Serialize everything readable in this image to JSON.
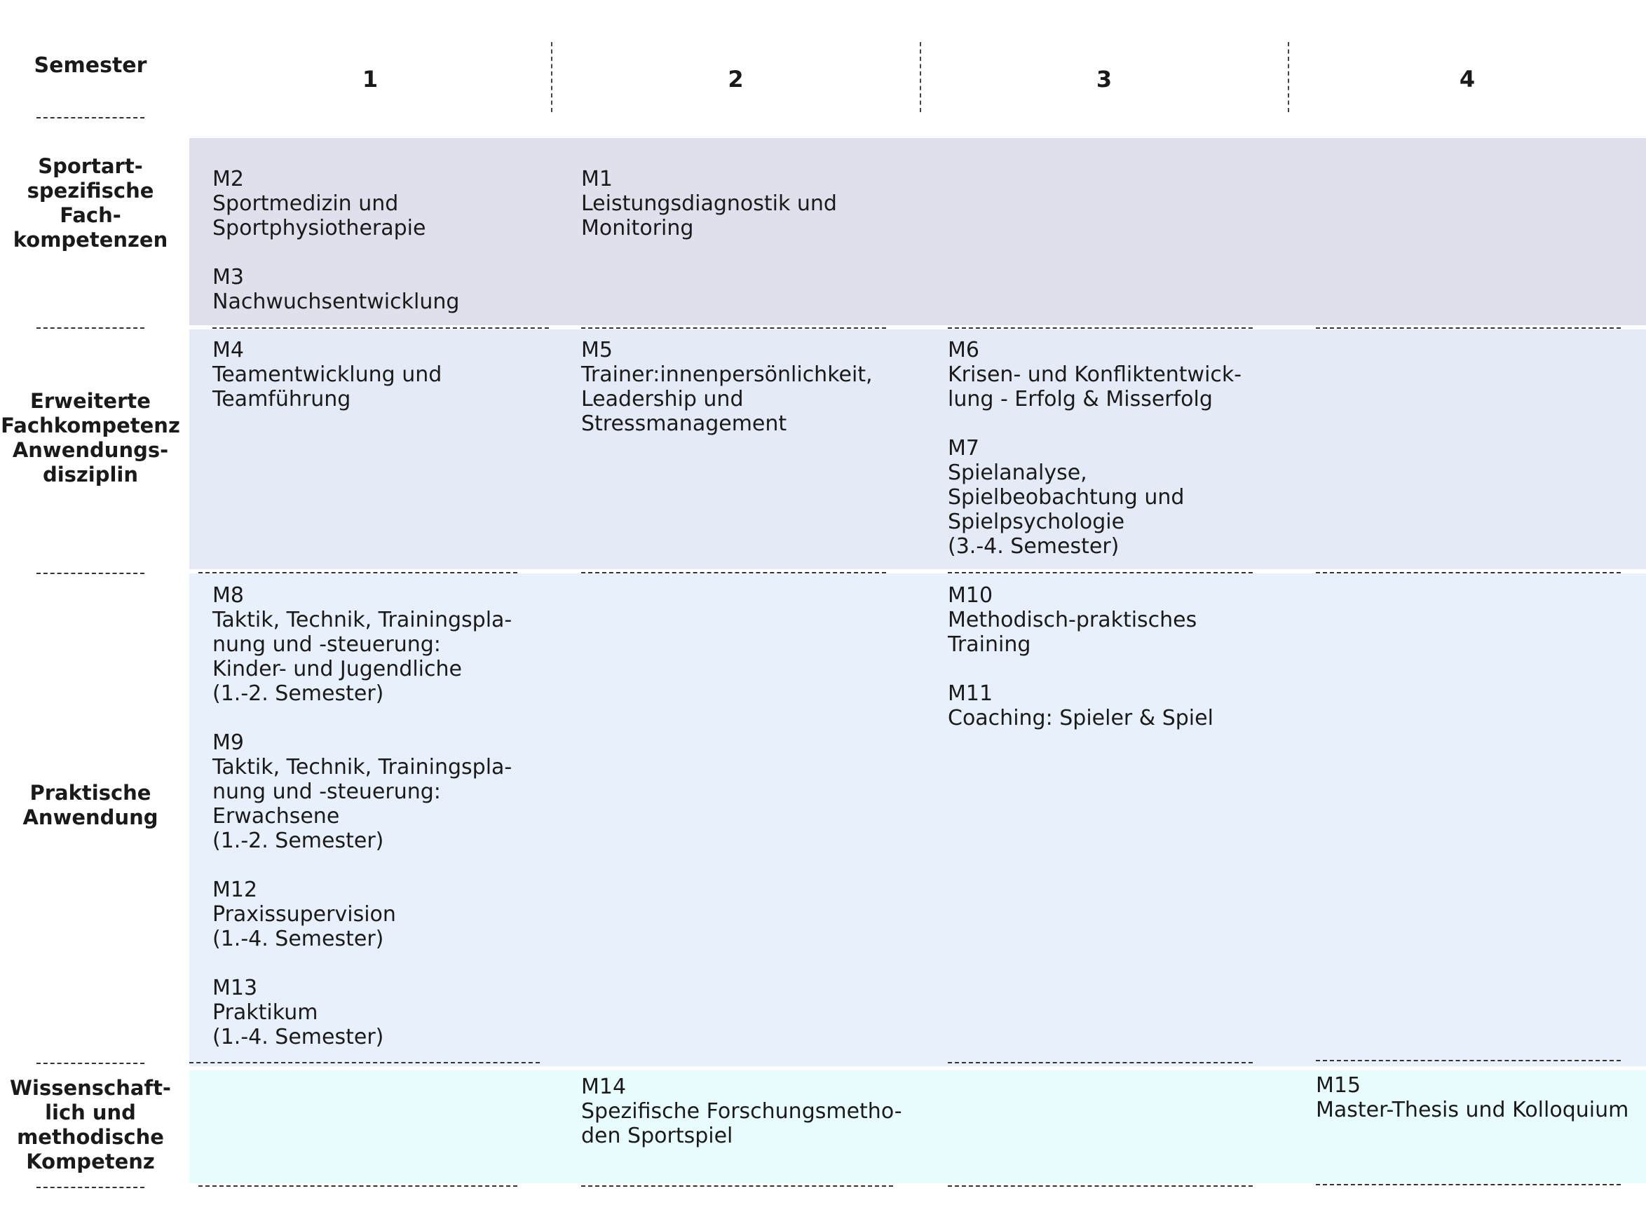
{
  "header": {
    "semester_label": "Semester",
    "semesters": [
      "1",
      "2",
      "3",
      "4"
    ]
  },
  "rows": [
    {
      "label": [
        "Sportart-",
        "spezifische",
        "Fach-",
        "kompetenzen"
      ],
      "color": "#dfe0ec",
      "cells": [
        [
          {
            "code": "M2",
            "lines": [
              "Sportmedizin und",
              "Sportphysiotherapie"
            ]
          },
          {
            "code": "M3",
            "lines": [
              "Nachwuchsentwicklung"
            ]
          }
        ],
        [
          {
            "code": "M1",
            "lines": [
              "Leistungsdiagnostik und",
              "Monitoring"
            ]
          }
        ],
        [],
        []
      ]
    },
    {
      "label": [
        "Erweiterte",
        "Fachkompetenz",
        "Anwendungs-",
        "disziplin"
      ],
      "color": "#e5eaf7",
      "cells": [
        [
          {
            "code": "M4",
            "lines": [
              "Teamentwicklung und",
              "Teamführung"
            ]
          }
        ],
        [
          {
            "code": "M5",
            "lines": [
              "Trainer:innenpersönlichkeit,",
              "Leadership und",
              "Stressmanagement"
            ]
          }
        ],
        [
          {
            "code": "M6",
            "lines": [
              "Krisen- und Konfliktentwick-",
              "lung - Erfolg & Misserfolg"
            ]
          },
          {
            "code": "M7",
            "lines": [
              "Spielanalyse,",
              "Spielbeobachtung und",
              "Spielpsychologie",
              "(3.-4. Semester)"
            ]
          }
        ],
        []
      ]
    },
    {
      "label": [
        "Praktische",
        "Anwendung"
      ],
      "color": "#e8f1fb",
      "cells": [
        [
          {
            "code": "M8",
            "lines": [
              "Taktik, Technik, Trainingspla-",
              "nung und -steuerung:",
              "Kinder- und Jugendliche",
              "(1.-2. Semester)"
            ]
          },
          {
            "code": "M9",
            "lines": [
              "Taktik, Technik, Trainingspla-",
              "nung und -steuerung:",
              "Erwachsene",
              "(1.-2. Semester)"
            ]
          },
          {
            "code": "M12",
            "lines": [
              "Praxissupervision",
              "(1.-4. Semester)"
            ]
          },
          {
            "code": "M13",
            "lines": [
              "Praktikum",
              "(1.-4. Semester)"
            ]
          }
        ],
        [],
        [
          {
            "code": "M10",
            "lines": [
              "Methodisch-praktisches",
              "Training"
            ]
          },
          {
            "code": "M11",
            "lines": [
              "Coaching: Spieler & Spiel"
            ]
          }
        ],
        []
      ]
    },
    {
      "label": [
        "Wissenschaft-",
        "lich und",
        "methodische",
        "Kompetenz"
      ],
      "color": "#e9fcfd",
      "cells": [
        [],
        [
          {
            "code": "M14",
            "lines": [
              "Spezifische Forschungsmetho-",
              "den Sportspiel"
            ]
          }
        ],
        [],
        [
          {
            "code": "M15",
            "lines": [
              "Master-Thesis und Kolloquium"
            ]
          }
        ]
      ]
    }
  ]
}
